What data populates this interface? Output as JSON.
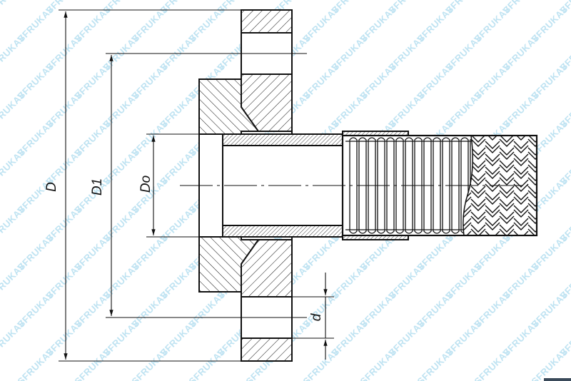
{
  "watermark": {
    "text": "SFRUKAV",
    "color": "#bfe3f2"
  },
  "dimensions": {
    "outer_diameter": "D",
    "bolt_circle": "D1",
    "bore": "Do",
    "bolt_hole": "d"
  },
  "colors": {
    "line": "#111111",
    "background": "#ffffff"
  }
}
